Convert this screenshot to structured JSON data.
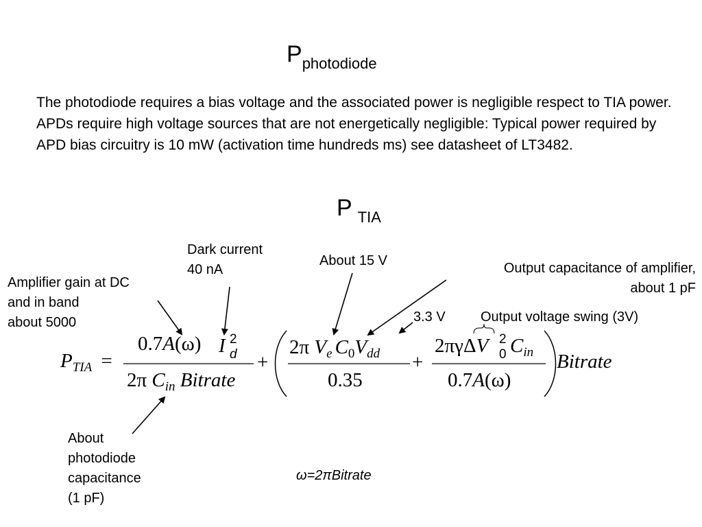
{
  "titles": {
    "photodiode_main": "P",
    "photodiode_sub": "photodiode",
    "tia_main": "P",
    "tia_sub": "TIA"
  },
  "paragraph": "The photodiode requires a bias voltage and the associated power is negligible respect to TIA power. APDs require high voltage sources that are not energetically negligible: Typical power required by APD bias circuitry is 10 mW (activation time hundreds ms) see datasheet of LT3482.",
  "annotations": {
    "dark_current": [
      "Dark current",
      "40 nA"
    ],
    "amp_gain": [
      "Amplifier gain at DC",
      "and in band",
      "about 5000"
    ],
    "about_15v": "About 15 V",
    "output_cap": [
      "Output capacitance of amplifier,",
      "about 1 pF"
    ],
    "v_33": "3.3 V",
    "output_swing": "Output voltage swing (3V)",
    "photodiode_cap": [
      "About",
      "photodiode",
      "capacitance",
      "(1 pF)"
    ]
  },
  "formula": {
    "lhs": "P",
    "lhs_sub": "TIA",
    "eq": "=",
    "t1_num_coef": "0.7",
    "t1_num_A": "A",
    "t1_num_omega": "(ω)",
    "t1_num_I": "I",
    "t1_num_I_sub": "d",
    "t1_num_I_sup": "2",
    "t1_den_coef": "2π",
    "t1_den_C": "C",
    "t1_den_C_sub": "in",
    "t1_den_bitrate": "Bitrate",
    "plus": "+",
    "t2_num_coef": "2π",
    "t2_num_V": "V",
    "t2_num_V_sub": "e",
    "t2_num_C": "C",
    "t2_num_C_sub": "0",
    "t2_num_Vdd": "V",
    "t2_num_Vdd_sub": "dd",
    "t2_den": "0.35",
    "t3_num_coef": "2πγ",
    "t3_num_delta": "Δ",
    "t3_num_V": "V",
    "t3_num_V_sub": "0",
    "t3_num_V_sup": "2",
    "t3_num_C": "C",
    "t3_num_C_sub": "in",
    "t3_den_coef": "0.7",
    "t3_den_A": "A",
    "t3_den_omega": "(ω)",
    "bitrate": "Bitrate"
  },
  "omega_relation": "ω=2πBitrate"
}
